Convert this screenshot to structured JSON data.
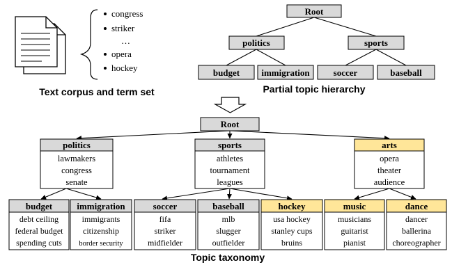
{
  "corpus": {
    "terms": [
      "congress",
      "striker",
      "…",
      "opera",
      "hockey"
    ],
    "caption": "Text corpus and term set"
  },
  "partial": {
    "caption": "Partial topic hierarchy",
    "root": "Root",
    "level1": [
      "politics",
      "sports"
    ],
    "level2": [
      "budget",
      "immigration",
      "soccer",
      "baseball"
    ]
  },
  "taxonomy": {
    "caption": "Topic taxonomy",
    "root": "Root",
    "level1": [
      {
        "title": "politics",
        "terms": [
          "lawmakers",
          "congress",
          "senate"
        ],
        "highlight": false
      },
      {
        "title": "sports",
        "terms": [
          "athletes",
          "tournament",
          "leagues"
        ],
        "highlight": false
      },
      {
        "title": "arts",
        "terms": [
          "opera",
          "theater",
          "audience"
        ],
        "highlight": true
      }
    ],
    "level2": [
      {
        "title": "budget",
        "terms": [
          "debt ceiling",
          "federal budget",
          "spending cuts"
        ],
        "highlight": false
      },
      {
        "title": "immigration",
        "terms": [
          "immigrants",
          "citizenship",
          "border security"
        ],
        "highlight": false
      },
      {
        "title": "soccer",
        "terms": [
          "fifa",
          "striker",
          "midfielder"
        ],
        "highlight": false
      },
      {
        "title": "baseball",
        "terms": [
          "mlb",
          "slugger",
          "outfielder"
        ],
        "highlight": false
      },
      {
        "title": "hockey",
        "terms": [
          "usa hockey",
          "stanley cups",
          "bruins"
        ],
        "highlight": true
      },
      {
        "title": "music",
        "terms": [
          "musicians",
          "guitarist",
          "pianist"
        ],
        "highlight": true
      },
      {
        "title": "dance",
        "terms": [
          "dancer",
          "ballerina",
          "choreographer"
        ],
        "highlight": true
      }
    ]
  },
  "colors": {
    "header_gray": "#d9d9d9",
    "header_yellow": "#ffe699",
    "stroke": "#000000"
  },
  "icons": [
    "document-stack-icon",
    "curly-brace-icon",
    "down-arrow-icon"
  ]
}
